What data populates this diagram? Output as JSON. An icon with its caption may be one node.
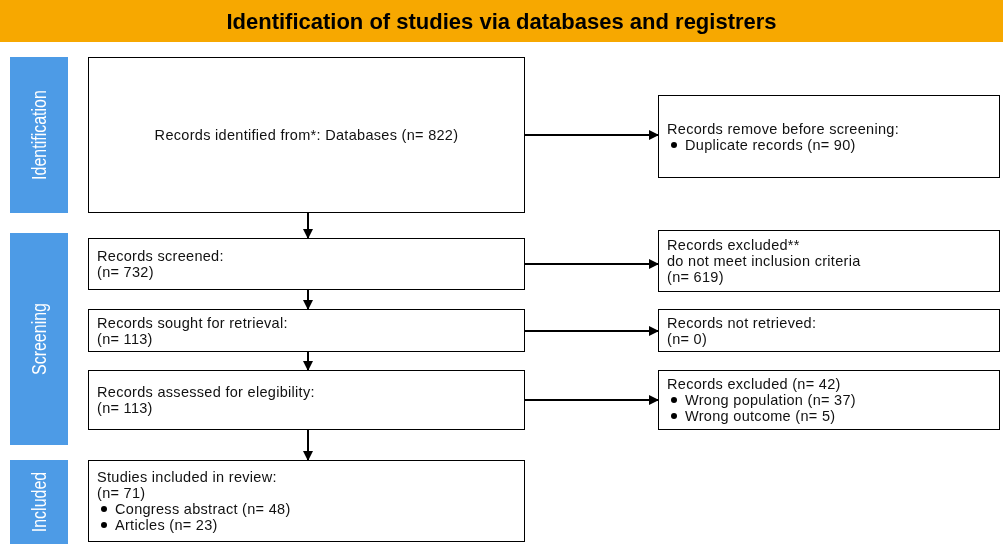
{
  "diagram": {
    "nodes": [
      {
        "text": [
          "Identification of studies via databases and registrers"
        ]
      },
      {
        "text": [
          "Identification"
        ]
      },
      {
        "text": [
          "Screening"
        ]
      },
      {
        "text": [
          "Included"
        ]
      },
      {
        "text": [
          "Records identified from*: Databases (n= 822)"
        ]
      },
      {
        "text": [
          "Records remove before screening:",
          "Duplicate records (n= 90)"
        ]
      },
      {
        "text": [
          "Records screened:",
          "(n= 732)"
        ]
      },
      {
        "text": [
          "Records excluded**",
          "do not meet inclusion criteria",
          "(n= 619)"
        ]
      },
      {
        "text": [
          "Records sought for retrieval:",
          "(n= 113)"
        ]
      },
      {
        "text": [
          "Records not retrieved:",
          "(n= 0)"
        ]
      },
      {
        "text": [
          "Records assessed for elegibility:",
          "(n= 113)"
        ]
      },
      {
        "text": [
          "Records excluded (n= 42)",
          "Wrong population (n= 37)",
          "Wrong outcome (n= 5)"
        ]
      },
      {
        "text": [
          "Studies included in review:",
          "(n= 71)",
          "Congress abstract (n= 48)",
          "Articles (n= 23)"
        ]
      }
    ],
    "edges": [
      {
        "from": 4,
        "to": 5,
        "arrow": "to"
      },
      {
        "from": 4,
        "to": 6,
        "arrow": "to"
      },
      {
        "from": 6,
        "to": 7,
        "arrow": "to"
      },
      {
        "from": 6,
        "to": 8,
        "arrow": "to"
      },
      {
        "from": 8,
        "to": 9,
        "arrow": "to"
      },
      {
        "from": 8,
        "to": 10,
        "arrow": "to"
      },
      {
        "from": 10,
        "to": 11,
        "arrow": "to"
      },
      {
        "from": 10,
        "to": 12,
        "arrow": "to"
      }
    ]
  }
}
